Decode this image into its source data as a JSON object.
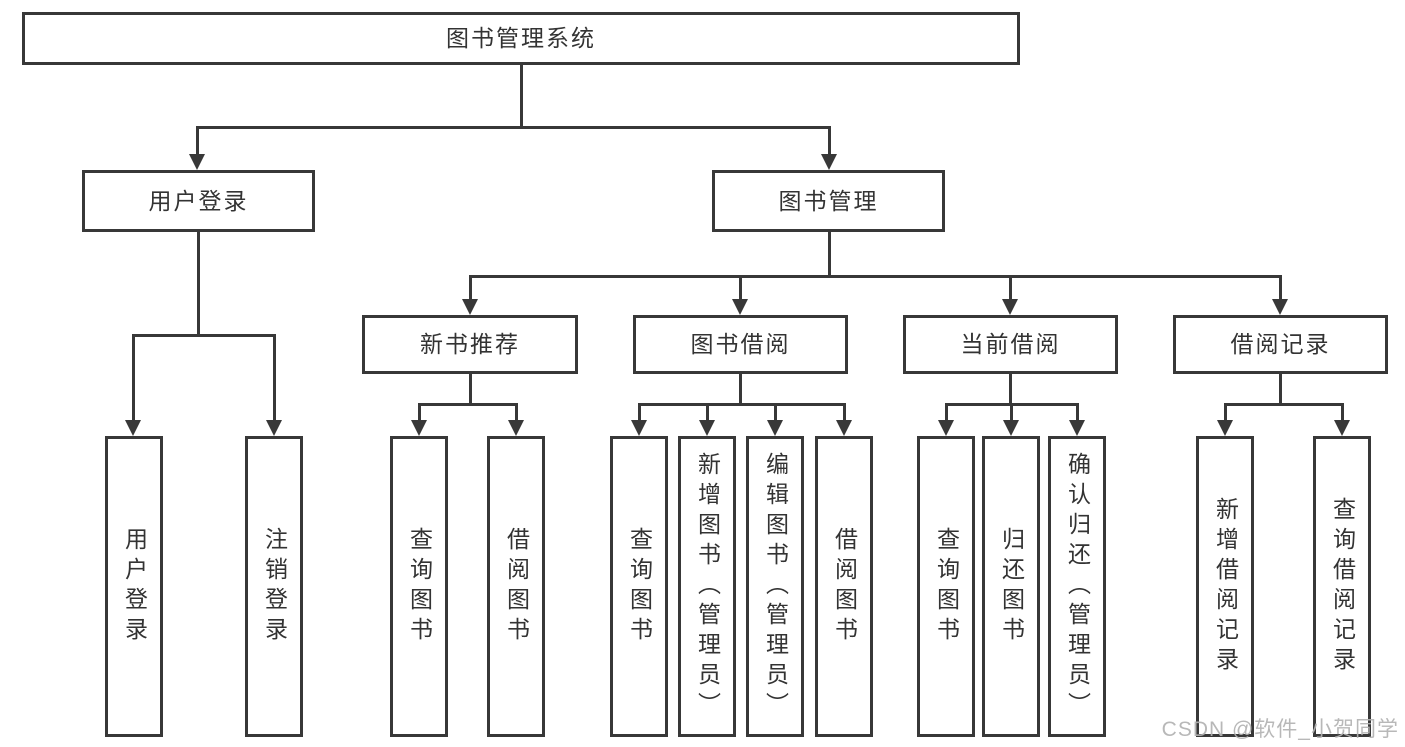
{
  "title": "图书管理系统",
  "colors": {
    "line": "#383838",
    "border": "#383838",
    "text": "#333333",
    "background": "#ffffff",
    "watermark": "#b2b2b2"
  },
  "tree": {
    "root": {
      "label": "图书管理系统",
      "children": [
        {
          "label": "用户登录",
          "children": [
            {
              "label": "用户登录"
            },
            {
              "label": "注销登录"
            }
          ]
        },
        {
          "label": "图书管理",
          "children": [
            {
              "label": "新书推荐",
              "children": [
                {
                  "label": "查询图书"
                },
                {
                  "label": "借阅图书"
                }
              ]
            },
            {
              "label": "图书借阅",
              "children": [
                {
                  "label": "查询图书"
                },
                {
                  "label": "新增图书（管理员）"
                },
                {
                  "label": "编辑图书（管理员）"
                },
                {
                  "label": "借阅图书"
                }
              ]
            },
            {
              "label": "当前借阅",
              "children": [
                {
                  "label": "查询图书"
                },
                {
                  "label": "归还图书"
                },
                {
                  "label": "确认归还（管理员）"
                }
              ]
            },
            {
              "label": "借阅记录",
              "children": [
                {
                  "label": "新增借阅记录"
                },
                {
                  "label": "查询借阅记录"
                }
              ]
            }
          ]
        }
      ]
    }
  },
  "watermark": {
    "text": "CSDN @软件_小贺同学"
  }
}
